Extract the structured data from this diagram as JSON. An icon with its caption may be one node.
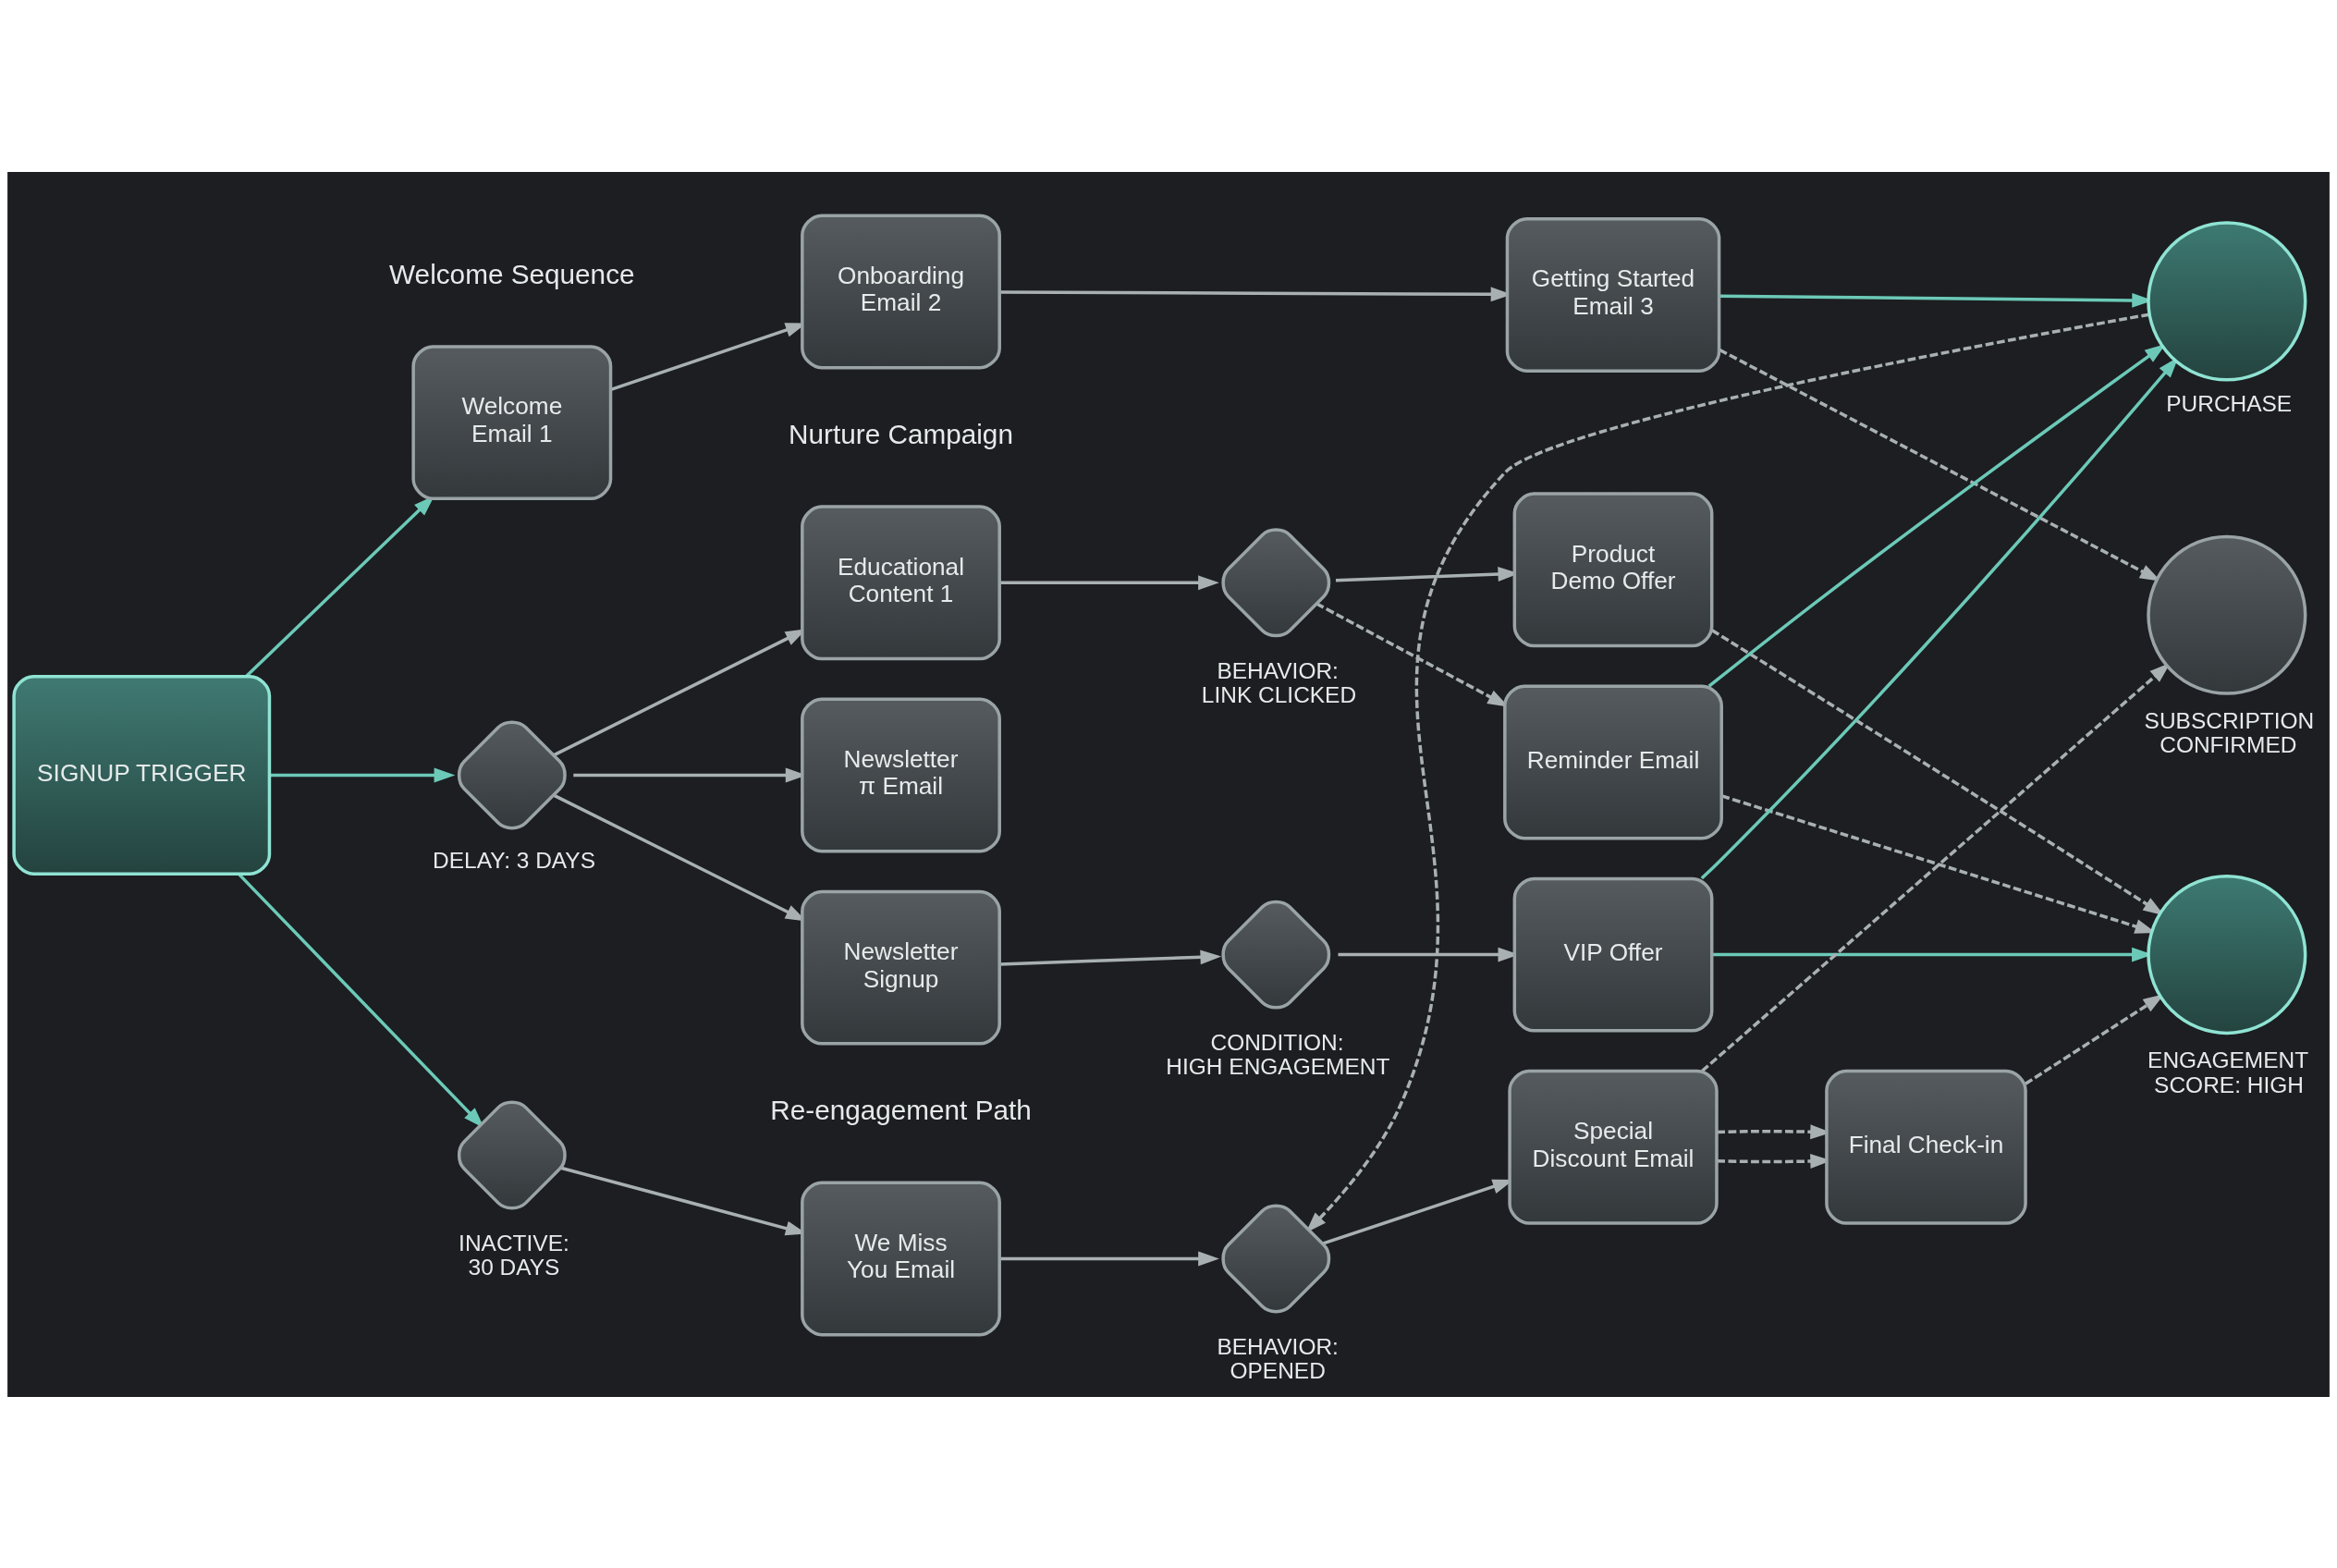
{
  "diagram": {
    "nodes": [
      {
        "text": [
          "SIGNUP TRIGGER"
        ]
      },
      {
        "text": [
          "Welcome Email 1"
        ]
      },
      {
        "text": [
          "Onboarding Email 2"
        ]
      },
      {
        "text": [
          "Getting Started Email 3"
        ]
      },
      {
        "text": [],
        "shape": "circle",
        "beside": [
          "PURCHASE"
        ]
      },
      {
        "text": [
          "Educational Content 1"
        ]
      },
      {
        "text": [],
        "shape": "diamond",
        "beside": [
          "BEHAVIOR: LINK CLICKED"
        ]
      },
      {
        "text": [
          "Product Demo Offer"
        ]
      },
      {
        "text": [],
        "shape": "diamond",
        "beside": [
          "DELAY: 3 DAYS"
        ]
      },
      {
        "text": [
          "Newsletter π Email"
        ]
      },
      {
        "text": [
          "Reminder Email"
        ]
      },
      {
        "text": [],
        "shape": "circle",
        "beside": [
          "SUBSCRIPTION CONFIRMED"
        ]
      },
      {
        "text": [
          "Newsletter Signup"
        ]
      },
      {
        "text": [],
        "shape": "diamond",
        "beside": [
          "CONDITION: HIGH ENGAGEMENT"
        ]
      },
      {
        "text": [
          "VIP Offer"
        ]
      },
      {
        "text": [],
        "shape": "circle",
        "beside": [
          "ENGAGEMENT SCORE: HIGH"
        ]
      },
      {
        "text": [],
        "shape": "diamond",
        "beside": [
          "INACTIVE: 30 DAYS"
        ]
      },
      {
        "text": [
          "We Miss You Email"
        ]
      },
      {
        "text": [],
        "shape": "diamond",
        "beside": [
          "BEHAVIOR: OPENED"
        ]
      },
      {
        "text": [
          "Special Discount Email"
        ]
      },
      {
        "text": [
          "Final Check-in"
        ]
      }
    ],
    "edges": [
      {
        "from": 0,
        "to": 1,
        "arrow": "to",
        "color": "#6cc9b8"
      },
      {
        "from": 0,
        "to": 8,
        "arrow": "to",
        "color": "#6cc9b8"
      },
      {
        "from": 0,
        "to": 16,
        "arrow": "to",
        "color": "#6cc9b8"
      },
      {
        "from": 1,
        "to": 2,
        "arrow": "to"
      },
      {
        "from": 2,
        "to": 3,
        "arrow": "to"
      },
      {
        "from": 3,
        "to": 4,
        "arrow": "to",
        "color": "#6cc9b8"
      },
      {
        "from": 8,
        "to": 5,
        "arrow": "to"
      },
      {
        "from": 8,
        "to": 9,
        "arrow": "to"
      },
      {
        "from": 8,
        "to": 12,
        "arrow": "to"
      },
      {
        "from": 5,
        "to": 6,
        "arrow": "to"
      },
      {
        "from": 6,
        "to": 7,
        "arrow": "to"
      },
      {
        "from": 6,
        "to": 10,
        "arrow": "to",
        "style": "dashed"
      },
      {
        "from": 3,
        "to": 11,
        "arrow": "to",
        "style": "dashed"
      },
      {
        "from": 7,
        "to": 15,
        "arrow": "to",
        "style": "dashed"
      },
      {
        "from": 10,
        "to": 4,
        "arrow": "to",
        "color": "#6cc9b8"
      },
      {
        "from": 10,
        "to": 15,
        "arrow": "to",
        "style": "dashed"
      },
      {
        "from": 12,
        "to": 13,
        "arrow": "to"
      },
      {
        "from": 13,
        "to": 14,
        "arrow": "to"
      },
      {
        "from": 14,
        "to": 4,
        "arrow": "to",
        "color": "#6cc9b8"
      },
      {
        "from": 14,
        "to": 15,
        "arrow": "to",
        "color": "#6cc9b8"
      },
      {
        "from": 16,
        "to": 17,
        "arrow": "to"
      },
      {
        "from": 17,
        "to": 18,
        "arrow": "to"
      },
      {
        "from": 4,
        "to": 18,
        "arrow": "to",
        "style": "dashed"
      },
      {
        "from": 18,
        "to": 19,
        "arrow": "to"
      },
      {
        "from": 19,
        "to": 11,
        "arrow": "to",
        "style": "dashed"
      },
      {
        "from": 19,
        "to": 20,
        "arrow": "to",
        "style": "dashed"
      },
      {
        "from": 19,
        "to": 20,
        "arrow": "to",
        "style": "dashed"
      },
      {
        "from": 20,
        "to": 15,
        "arrow": "to",
        "style": "dashed"
      }
    ],
    "labels": [
      "Welcome Sequence",
      "Nurture Campaign",
      "Re-engagement Path"
    ]
  }
}
